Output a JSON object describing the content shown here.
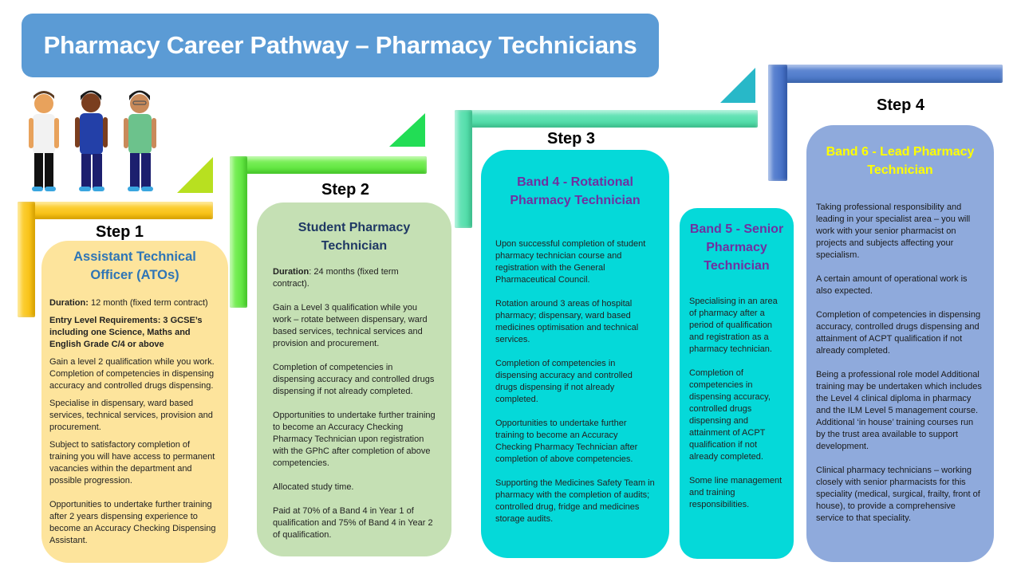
{
  "title": "Pharmacy Career Pathway – Pharmacy Technicians",
  "colors": {
    "title_bg": "#5b9bd5",
    "step1_connector": "#ffc000",
    "step2_connector": "#66ee44",
    "step3_connector": "#55ddaa",
    "step4_connector": "#4472c4",
    "step1_card": "#fde49c",
    "step2_card": "#c5e0b4",
    "step3_card": "#05d9d9",
    "step4_card": "#8faadc"
  },
  "illustration": {
    "icon": "pharmacy-staff-figures",
    "people": [
      "staff-white-uniform",
      "staff-navy-uniform",
      "staff-green-uniform"
    ]
  },
  "steps": [
    {
      "label": "Step 1",
      "cards": [
        {
          "title": "Assistant Technical Officer (ATOs)",
          "duration_label": "Duration:",
          "duration_value": " 12 month (fixed term contract)",
          "requirements": "Entry Level Requirements:  3 GCSE’s including one Science, Maths and English Grade C/4 or above",
          "paragraphs": [
            "Gain a level 2 qualification while you work. Completion of competencies in dispensing accuracy and controlled drugs dispensing.",
            "Specialise in dispensary, ward based services, technical services, provision and procurement.",
            "Subject to satisfactory completion of training you will have access to permanent vacancies within the department and possible progression.",
            "Opportunities to undertake further training after 2 years dispensing experience to become an Accuracy Checking Dispensing Assistant."
          ]
        }
      ]
    },
    {
      "label": "Step 2",
      "cards": [
        {
          "title": "Student Pharmacy Technician",
          "duration_label": "Duration",
          "duration_value": ": 24 months (fixed term contract).",
          "paragraphs": [
            "Gain a Level 3 qualification while you work – rotate between dispensary, ward based services, technical services and provision and procurement.",
            "Completion of competencies in dispensing accuracy and controlled drugs dispensing if not already completed.",
            "Opportunities to undertake further training to become an Accuracy Checking Pharmacy Technician upon registration with the GPhC after completion of above competencies.",
            "Allocated study time.",
            "Paid at 70% of a Band 4 in Year 1 of qualification and 75% of Band 4 in Year 2 of qualification."
          ]
        }
      ]
    },
    {
      "label": "Step 3",
      "cards": [
        {
          "title": "Band 4 - Rotational Pharmacy Technician",
          "paragraphs": [
            "Upon successful completion of student pharmacy technician course and registration with the General Pharmaceutical Council.",
            "Rotation around 3 areas of hospital pharmacy; dispensary, ward based medicines optimisation and technical services.",
            "Completion of competencies in dispensing accuracy and controlled drugs dispensing if not already completed.",
            "Opportunities to undertake further training to become an Accuracy Checking Pharmacy Technician after completion of above competencies.",
            "Supporting the Medicines Safety Team in pharmacy with the completion of audits; controlled drug, fridge and medicines storage audits."
          ]
        },
        {
          "title": "Band 5 - Senior Pharmacy Technician",
          "paragraphs": [
            "Specialising in an area of pharmacy after a period of qualification and registration as a pharmacy technician.",
            "Completion of competencies in dispensing accuracy, controlled drugs dispensing and attainment of ACPT qualification if not already completed.",
            "Some line management and training responsibilities."
          ]
        }
      ]
    },
    {
      "label": "Step 4",
      "cards": [
        {
          "title": "Band 6 - Lead Pharmacy Technician",
          "paragraphs": [
            "Taking professional responsibility and leading in your specialist area – you will work with your senior pharmacist on projects and subjects affecting your specialism.",
            "A certain amount of operational work is also expected.",
            "Completion of competencies in dispensing accuracy, controlled drugs dispensing and attainment of ACPT qualification if not already completed.",
            "Being a professional role model Additional training may be undertaken which includes the Level 4 clinical diploma in pharmacy and the ILM Level 5 management course. Additional ‘in house’ training courses run by the trust area available to support development.",
            "Clinical pharmacy technicians – working closely with senior pharmacists for this speciality (medical, surgical, frailty, front of house), to provide a comprehensive service to that speciality."
          ]
        }
      ]
    }
  ]
}
